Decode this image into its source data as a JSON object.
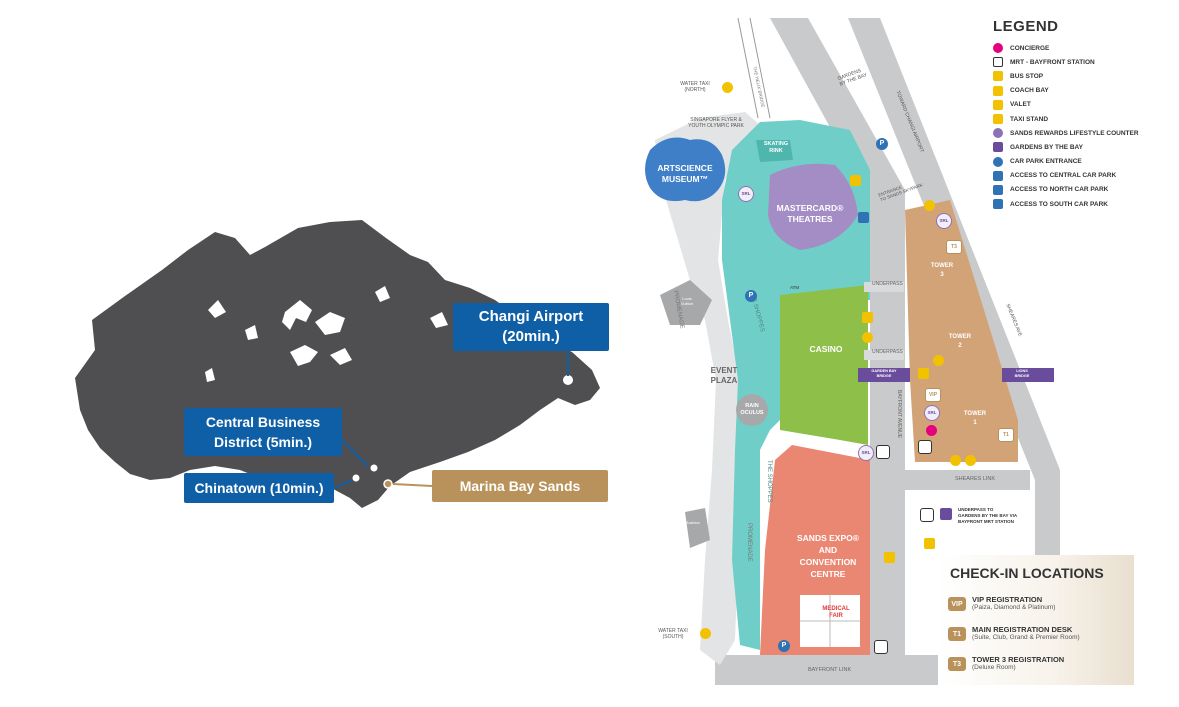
{
  "singapore_map": {
    "callouts": {
      "changi": "Changi Airport\n(20min.)",
      "cbd": "Central Business\nDistrict (5min.)",
      "chinatown": "Chinatown (10min.)",
      "mbs": "Marina Bay Sands"
    }
  },
  "site_map": {
    "labels": {
      "artscience": "ARTSCIENCE\nMUSEUM™",
      "skating": "SKATING\nRINK",
      "mastercard": "MASTERCARD®\nTHEATRES",
      "casino": "CASINO",
      "sands_expo": "SANDS EXPO®\nAND\nCONVENTION\nCENTRE",
      "event_plaza": "EVENT\nPLAZA",
      "rain_oculus": "RAIN\nOCULUS",
      "tower3": "TOWER\n3",
      "tower2": "TOWER\n2",
      "tower1": "TOWER\n1",
      "promenade_top": "PROMENADE",
      "promenade_bottom": "PROMENADE",
      "shoppes_top": "THE SHOPPES",
      "shoppes_bottom": "THE SHOPPES",
      "underpass1": "UNDERPASS",
      "underpass2": "UNDERPASS",
      "sheares_link": "SHEARES LINK",
      "bayfront_link": "BAYFRONT LINK",
      "bayfront_avenue": "BAYFRONT AVENUE",
      "helix": "THE HELIX BRIDGE",
      "water_taxi_north": "WATER TAXI\n(NORTH)",
      "water_taxi_south": "WATER TAXI\n(SOUTH)",
      "singapore_flyer": "SINGAPORE FLYER &\nYOUTH OLYMPIC PARK",
      "gardens_by_bay": "GARDENS\nBY THE BAY",
      "toward_changi": "TOWARD CHANGI AIRPORT",
      "sheares_ave": "SHEARES AVE",
      "entrance_sands": "ENTRANCE\nTO SANDS SKYPARK",
      "garden_bay_bridge": "GARDEN BAY\nBRIDGE",
      "lions_bridge": "LIONS\nBRIDGE",
      "underpass_gardens": "UNDERPASS TO\nGARDENS BY THE BAY VIA\nBAYFRONT MRT STATION",
      "louis_vuitton": "Louis\nVuitton",
      "arabica": "Arabica",
      "atm": "ATM",
      "medical_fair": "MEDICAL\nFAIR",
      "srl": "SRL",
      "vip": "VIP",
      "t1": "T1",
      "t3": "T3"
    }
  },
  "legend": {
    "title": "LEGEND",
    "items": [
      {
        "label": "CONCIERGE",
        "icon": "concierge-icon",
        "color": "#e4007f"
      },
      {
        "label": "MRT - BAYFRONT STATION",
        "icon": "mrt-icon",
        "color": "#333333"
      },
      {
        "label": "BUS STOP",
        "icon": "bus-icon",
        "color": "#f2c200"
      },
      {
        "label": "COACH BAY",
        "icon": "coach-icon",
        "color": "#f2c200"
      },
      {
        "label": "VALET",
        "icon": "valet-icon",
        "color": "#f2c200"
      },
      {
        "label": "TAXI STAND",
        "icon": "taxi-icon",
        "color": "#f2c200"
      },
      {
        "label": "SANDS REWARDS LIFESTYLE COUNTER",
        "icon": "srl-icon",
        "color": "#8e72b8"
      },
      {
        "label": "GARDENS BY THE BAY",
        "icon": "gardens-icon",
        "color": "#6a4c9c"
      },
      {
        "label": "CAR PARK ENTRANCE",
        "icon": "parking-icon",
        "color": "#2f73b5"
      },
      {
        "label": "ACCESS TO CENTRAL CAR PARK",
        "icon": "car-park-access-icon",
        "color": "#2f73b5"
      },
      {
        "label": "ACCESS TO NORTH CAR PARK",
        "icon": "car-park-access-icon",
        "color": "#2f73b5"
      },
      {
        "label": "ACCESS TO SOUTH CAR PARK",
        "icon": "car-park-access-icon",
        "color": "#2f73b5"
      }
    ]
  },
  "checkin": {
    "title": "CHECK-IN LOCATIONS",
    "rows": [
      {
        "badge": "VIP",
        "main": "VIP REGISTRATION",
        "sub": "(Paiza, Diamond & Platinum)"
      },
      {
        "badge": "T1",
        "main": "MAIN REGISTRATION DESK",
        "sub": "(Suite, Club, Grand & Premier Room)"
      },
      {
        "badge": "T3",
        "main": "TOWER 3 REGISTRATION",
        "sub": "(Deluxe Room)"
      }
    ]
  },
  "colors": {
    "island": "#4f4f51",
    "callout_blue": "#0f5fa6",
    "callout_gold": "#b8925a",
    "shoppes_teal": "#6fcfc8",
    "theatre_purple": "#a48cc4",
    "casino_green": "#8dbf49",
    "expo_salmon": "#ea8773",
    "hotel_tan": "#d3a378",
    "road_grey": "#c9cacc"
  }
}
